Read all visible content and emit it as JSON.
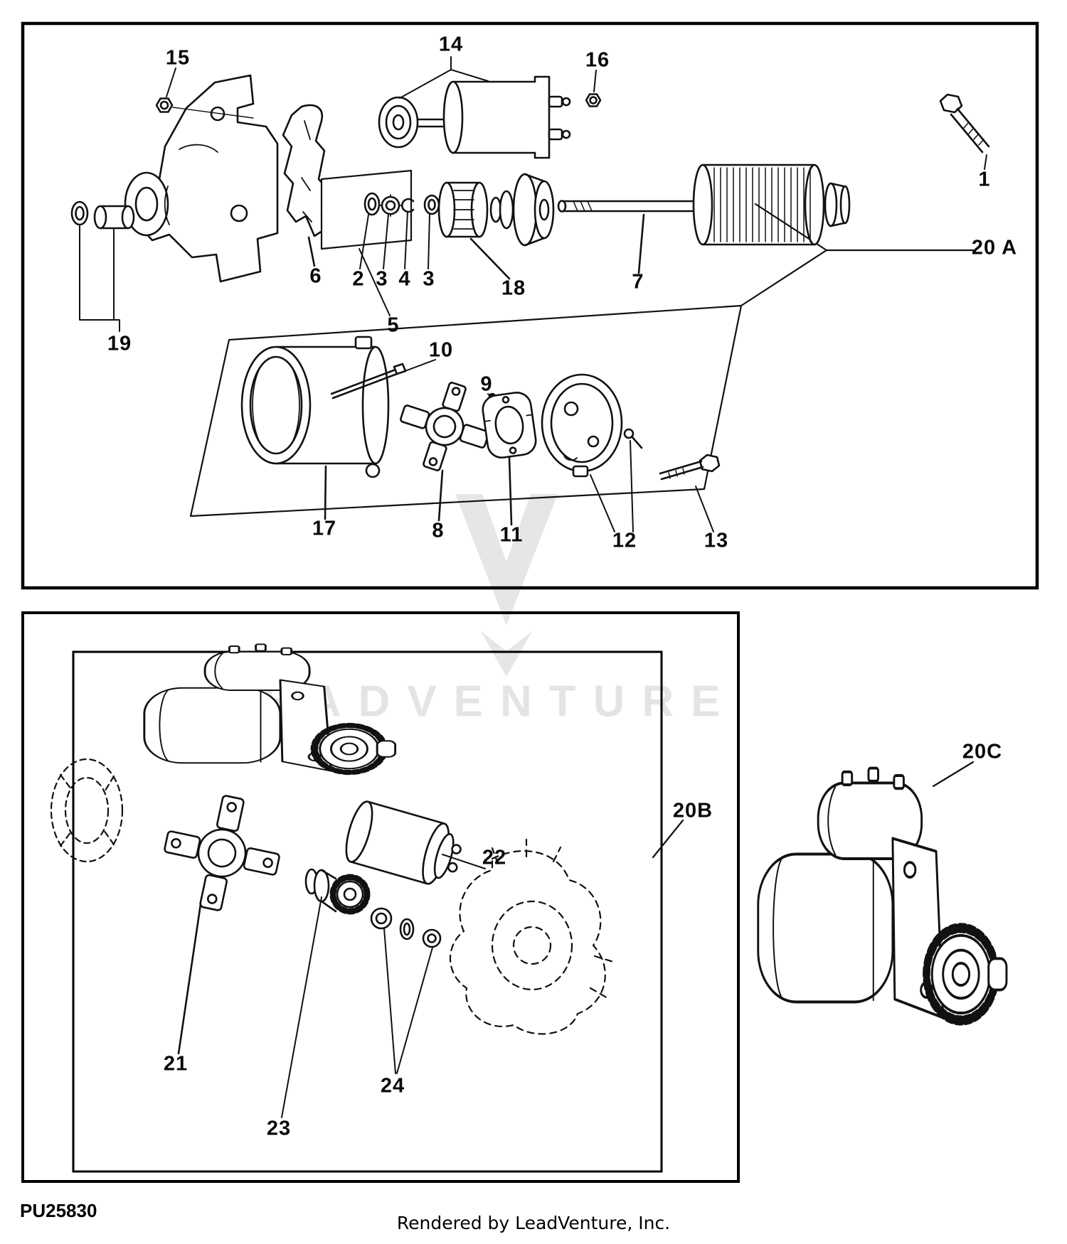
{
  "page": {
    "drawing_number": "PU25830",
    "credit": "Rendered by LeadVenture, Inc.",
    "watermark": "LEADVENTURE"
  },
  "callouts": {
    "n1": {
      "label": "1"
    },
    "n2": {
      "label": "2"
    },
    "n3a": {
      "label": "3"
    },
    "n3b": {
      "label": "3"
    },
    "n4": {
      "label": "4"
    },
    "n5": {
      "label": "5"
    },
    "n6": {
      "label": "6"
    },
    "n7": {
      "label": "7"
    },
    "n8": {
      "label": "8"
    },
    "n9": {
      "label": "9"
    },
    "n10": {
      "label": "10"
    },
    "n11": {
      "label": "11"
    },
    "n12": {
      "label": "12"
    },
    "n13": {
      "label": "13"
    },
    "n14": {
      "label": "14"
    },
    "n15": {
      "label": "15"
    },
    "n16": {
      "label": "16"
    },
    "n17": {
      "label": "17"
    },
    "n18": {
      "label": "18"
    },
    "n19": {
      "label": "19"
    },
    "n20a": {
      "label": "20 A"
    },
    "n20b": {
      "label": "20B"
    },
    "n20c": {
      "label": "20C"
    },
    "n21": {
      "label": "21"
    },
    "n22": {
      "label": "22"
    },
    "n23": {
      "label": "23"
    },
    "n24": {
      "label": "24"
    }
  }
}
